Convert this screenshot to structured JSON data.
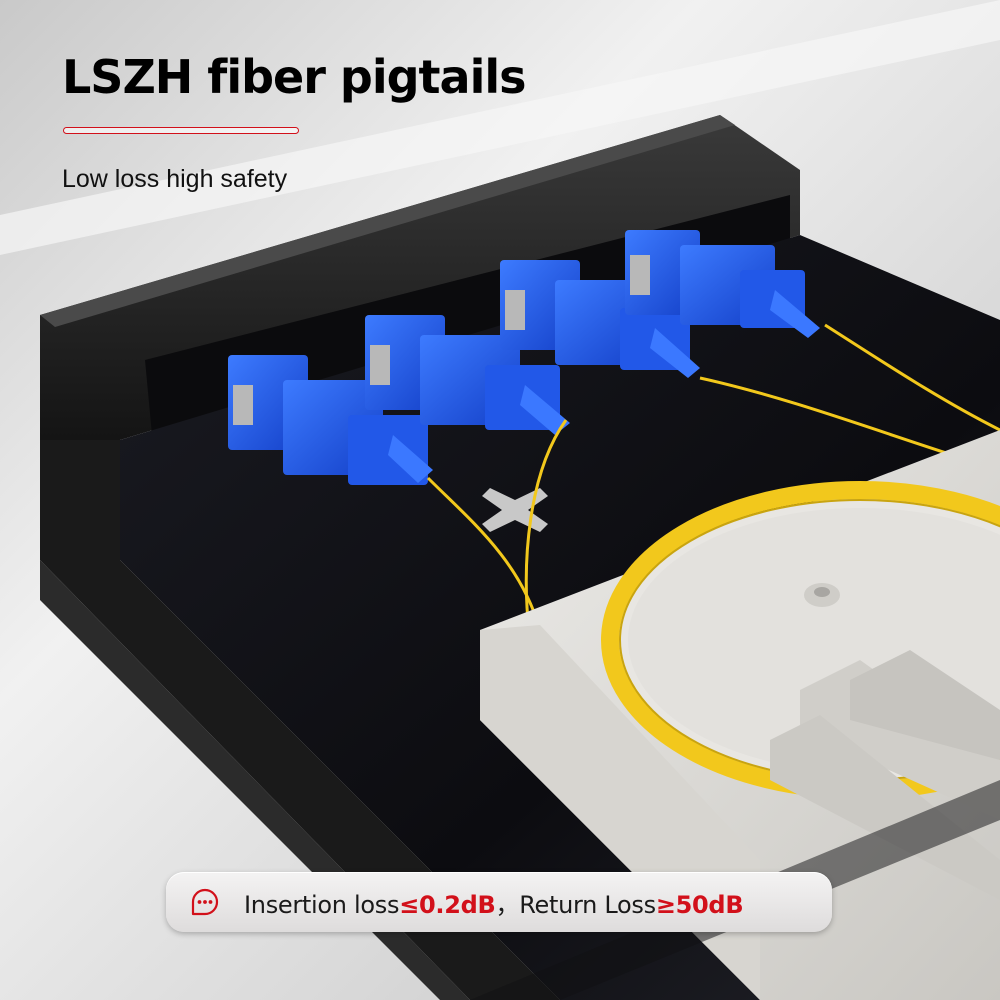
{
  "header": {
    "title": "LSZH fiber pigtails",
    "subtitle": "Low loss high safety"
  },
  "spec_banner": {
    "icon": "chat-bubble-icon",
    "insertion_label": "Insertion loss",
    "insertion_value": "≤0.2dB",
    "separator": "，",
    "return_label": "Return Loss",
    "return_value": "≥50dB"
  },
  "product": {
    "description": "Black fiber optic terminal box with 4 blue SC adapters, yellow fiber pigtails coiled on a white splice tray",
    "adapter_count": 4,
    "adapter_color": "#1f5fe6",
    "fiber_color": "#f2c81c",
    "tray_color": "#dcdad6",
    "box_color": "#111111"
  },
  "colors": {
    "accent_red": "#d2101a",
    "background": "#e9e9e9"
  }
}
